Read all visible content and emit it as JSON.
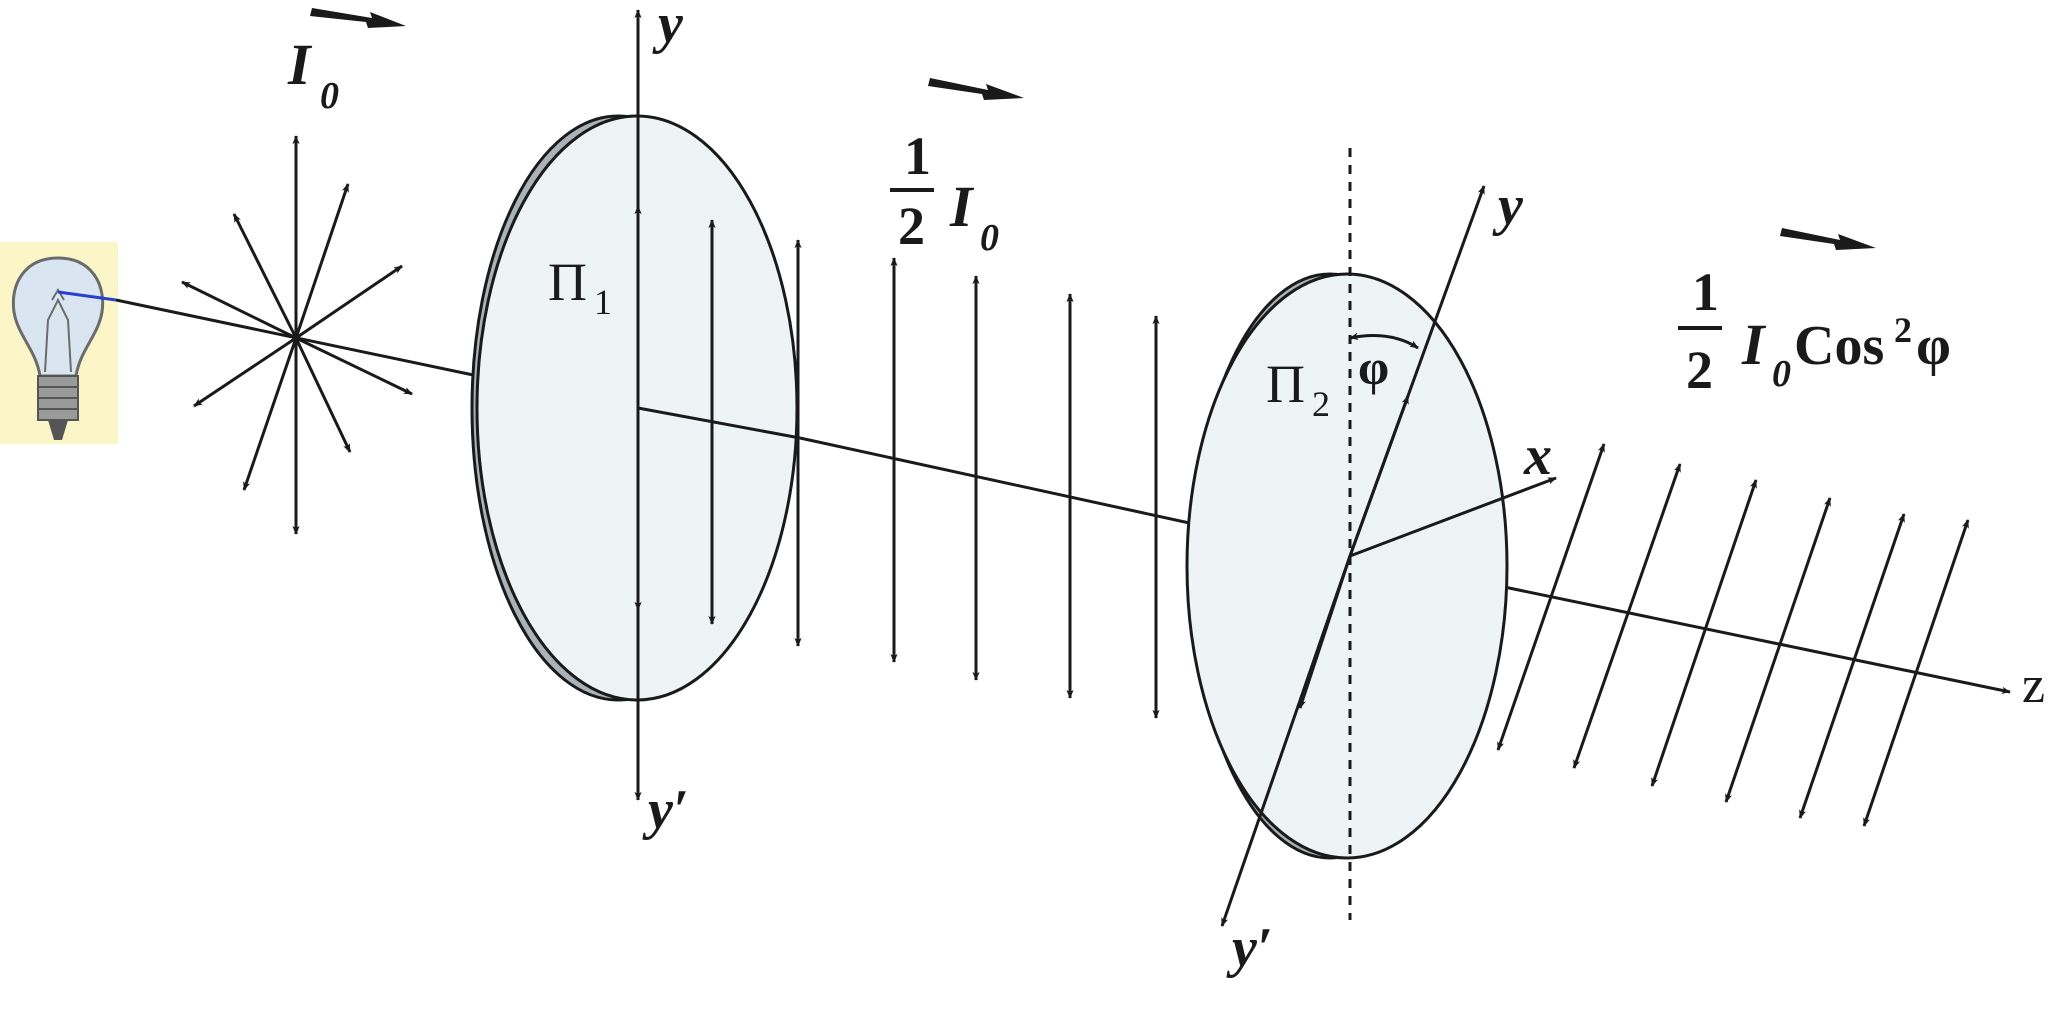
{
  "labels": {
    "intensity_initial": "I",
    "intensity_initial_sub": "0",
    "intensity_half_num": "1",
    "intensity_half_den": "2",
    "intensity_half_I": "I",
    "intensity_half_sub": "0",
    "intensity_final_num": "1",
    "intensity_final_den": "2",
    "intensity_final_I": "I",
    "intensity_final_sub": "0",
    "intensity_final_cos": "Cos",
    "intensity_final_sup": "2",
    "intensity_final_phi": "φ",
    "polarizer1_letter": "Π",
    "polarizer1_sub": "1",
    "polarizer2_letter": "Π",
    "polarizer2_sub": "2",
    "axis1_y": "y",
    "axis1_yprime": "y′",
    "axis2_y": "y",
    "axis2_yprime": "y′",
    "axis2_x": "x",
    "axis_z": "z",
    "angle": "φ"
  },
  "colors": {
    "line": "#1a1a1a",
    "lens_face": "#eef3f5",
    "lens_edge": "#aab4b8",
    "bulb_bg": "#fbf6c8",
    "bulb_glass": "#d9e6f2",
    "filament": "#2a3fd0"
  },
  "icons": {
    "light_source": "light-bulb-icon"
  }
}
